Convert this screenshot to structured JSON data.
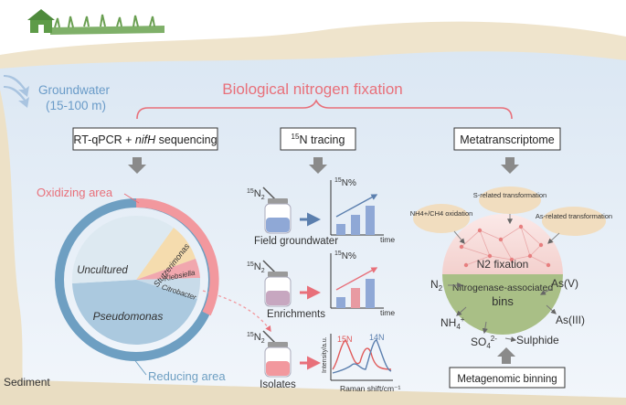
{
  "header": {
    "groundwater": "Groundwater",
    "depth": "(15-100 m)",
    "main_title": "Biological nitrogen fixation",
    "sediment": "Sediment"
  },
  "methods": [
    {
      "pre": "RT-qPCR + ",
      "italic": "nifH",
      "post": " sequencing"
    },
    {
      "sup": "15",
      "text": "N tracing"
    },
    {
      "text": "Metatranscriptome"
    }
  ],
  "donut": {
    "oxidizing_area": "Oxidizing area",
    "reducing_area": "Reducing area",
    "segments": {
      "uncultured": "Uncultured",
      "stutzerimonas": "Stutzerimonas",
      "klebsiella": "Klebsiella",
      "citrobacter": "Citrobacter",
      "pseudomonas": "Pseudomonas"
    }
  },
  "tracing": {
    "n2_label": "N",
    "n2_sup": "15",
    "n2_sub": "2",
    "percent_label": "N%",
    "percent_sup": "15",
    "time": "time",
    "samples": [
      "Field groundwater",
      "Enrichments",
      "Isolates"
    ],
    "raman": {
      "ylabel": "Intensity/a.u.",
      "xlabel": "Raman shift/cm⁻¹",
      "n15": "15N",
      "n14": "14N"
    }
  },
  "metatranscriptome": {
    "bubbles": [
      "NH4+/CH4 oxidation",
      "S-related transformation",
      "As-related transformation"
    ],
    "n2_fixation": "N2 fixation",
    "bins_line1": "Nitrogenase-associated",
    "bins_line2": "bins",
    "n2": "N2",
    "as5": "As(V)",
    "nh4": "NH4+",
    "as3": "As(III)",
    "so4": "SO42-",
    "sulphide": "Sulphide",
    "binning": "Metagenomic binning"
  },
  "colors": {
    "water": "#e4edf6",
    "title_red": "#e8707a",
    "blue_ring": "#6e9fc2",
    "sediment": "#ede1c7"
  }
}
